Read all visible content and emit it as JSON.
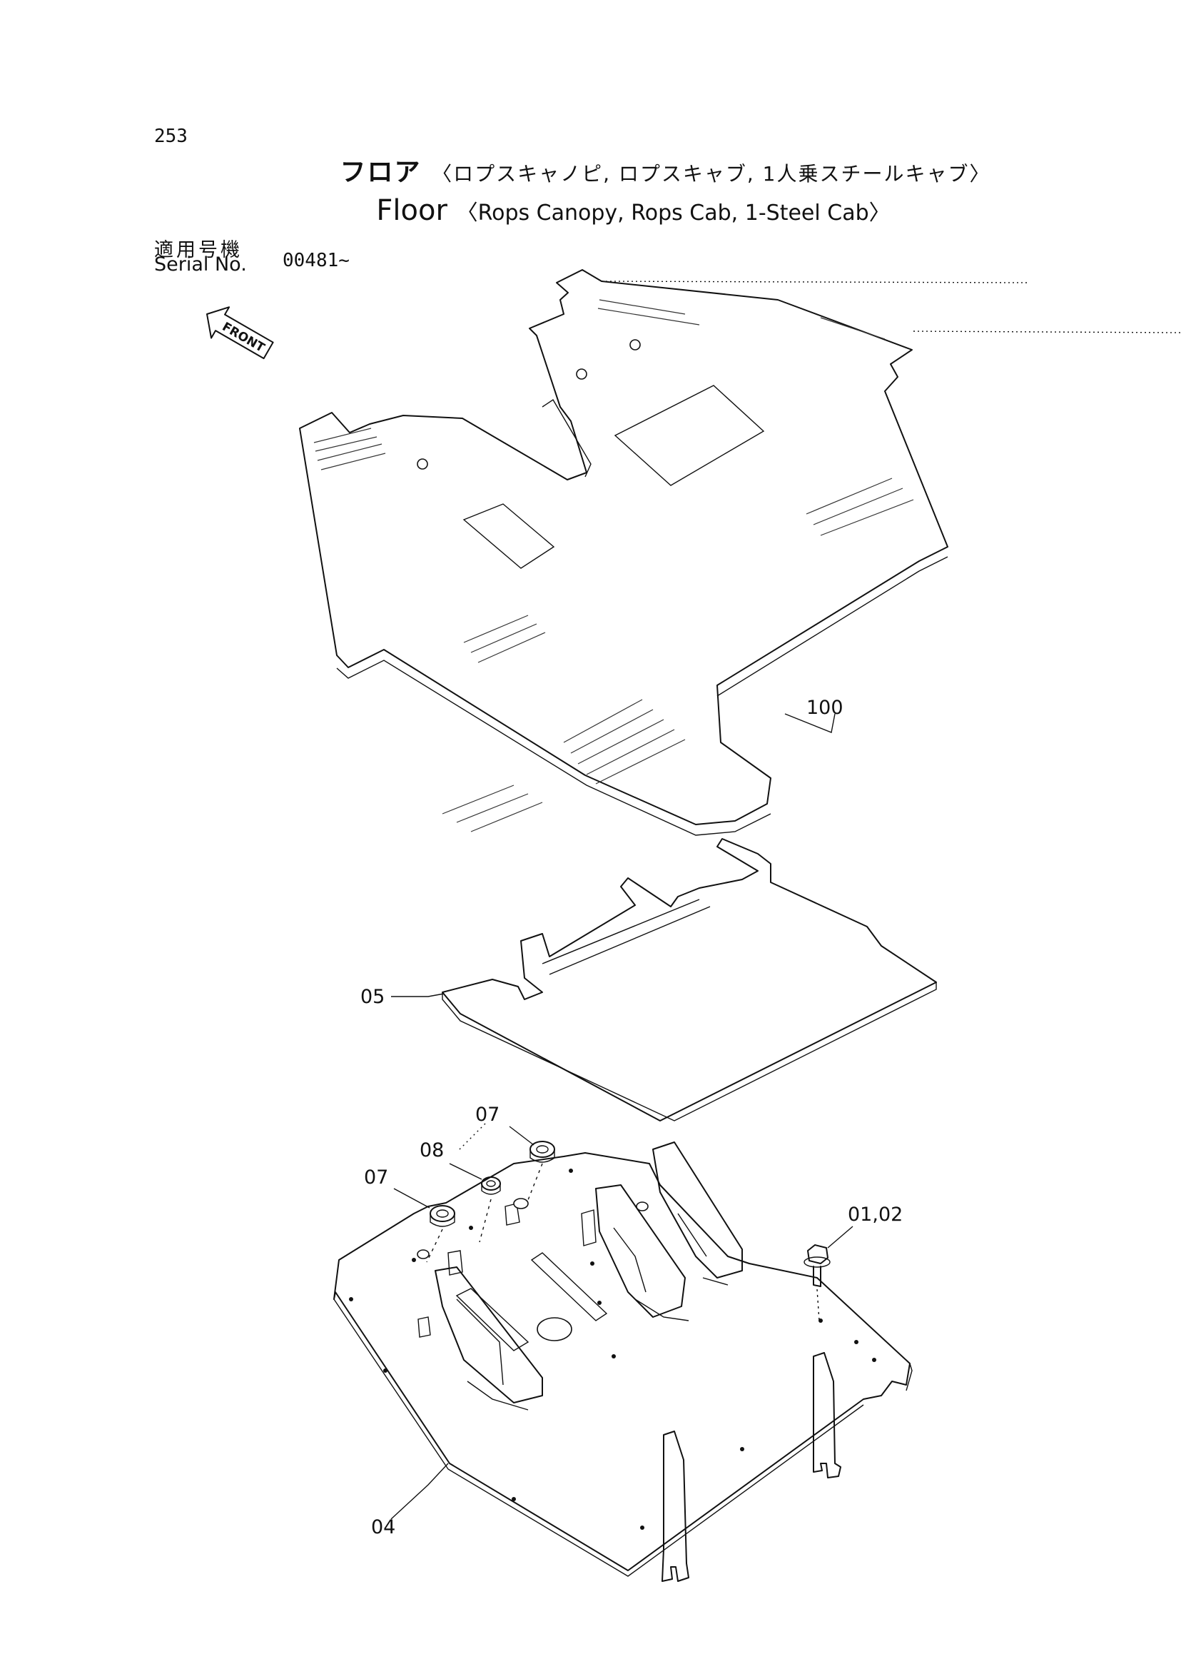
{
  "page": {
    "number": "253",
    "title_ja_main": "フロア",
    "title_ja_sub": "〈ロプスキャノピ, ロプスキャブ, 1人乗スチールキャブ〉",
    "title_en_main": "Floor",
    "title_en_sub": "〈Rops Canopy, Rops Cab, 1-Steel Cab〉",
    "serial_label_ja": "適用号機",
    "serial_label_en": "Serial No.",
    "serial_value": "00481~"
  },
  "front_arrow": {
    "label": "FRONT"
  },
  "parts": [
    {
      "id": "100",
      "label": "100"
    },
    {
      "id": "05",
      "label": "05"
    },
    {
      "id": "07a",
      "label": "07"
    },
    {
      "id": "07b",
      "label": "07"
    },
    {
      "id": "08",
      "label": "08"
    },
    {
      "id": "0102",
      "label": "01,02"
    },
    {
      "id": "04",
      "label": "04"
    }
  ]
}
